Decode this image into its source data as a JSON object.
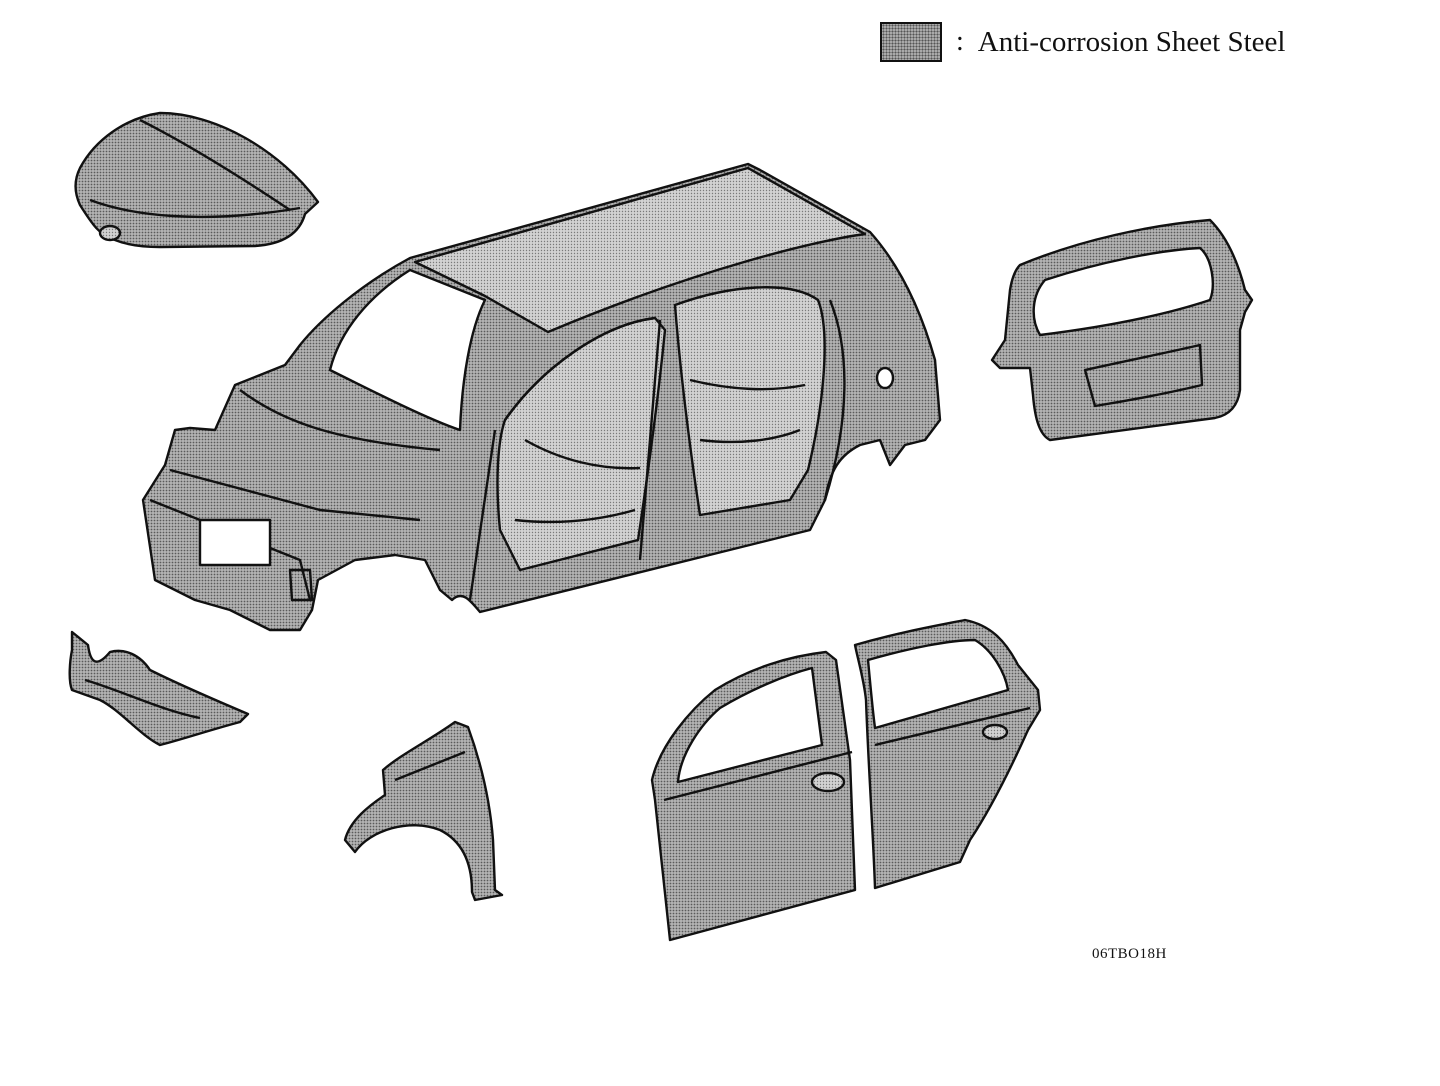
{
  "legend": {
    "separator": ":",
    "label": "Anti-corrosion Sheet Steel",
    "swatch_pattern": "stipple-dots",
    "swatch_color": "#a9a9a9"
  },
  "figure_code": "06TBO18H",
  "parts": [
    {
      "name": "hood-panel",
      "coated": true
    },
    {
      "name": "body-shell",
      "coated": true
    },
    {
      "name": "back-door",
      "coated": true
    },
    {
      "name": "front-apron-panel",
      "coated": true
    },
    {
      "name": "front-fender",
      "coated": true
    },
    {
      "name": "front-door",
      "coated": true
    },
    {
      "name": "rear-door",
      "coated": true
    }
  ]
}
